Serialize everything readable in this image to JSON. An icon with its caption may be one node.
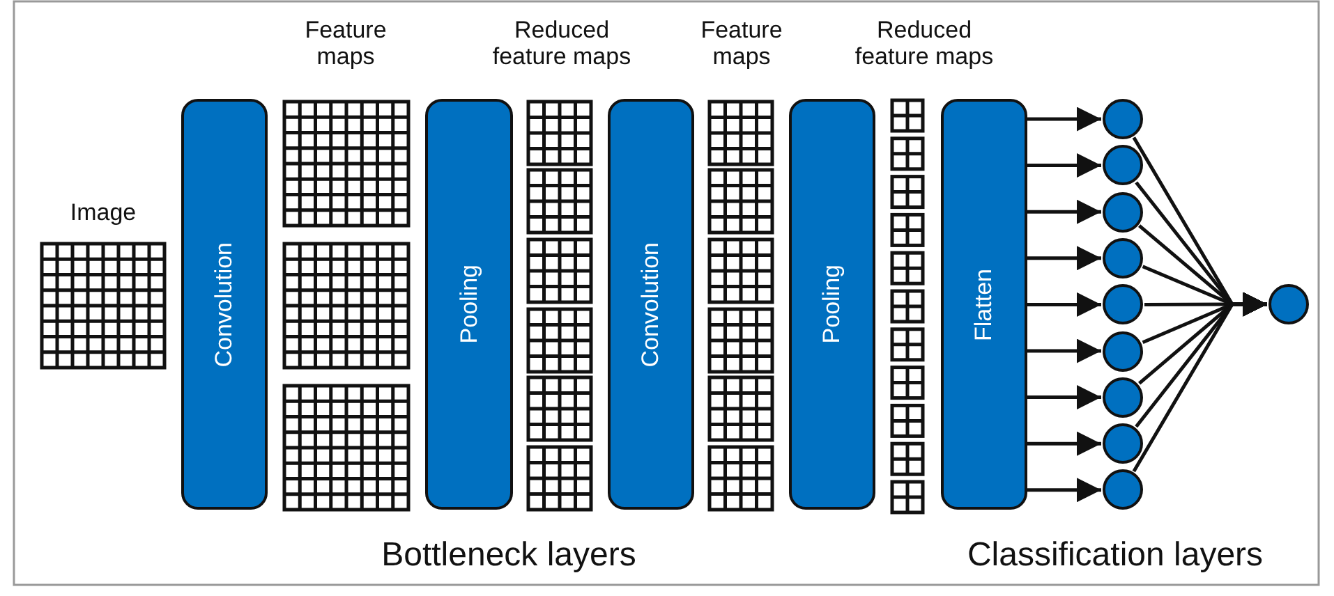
{
  "diagram": {
    "nodes": [
      {
        "text": [
          "Convolution"
        ]
      },
      {
        "text": [
          "Pooling"
        ]
      },
      {
        "text": [
          "Convolution"
        ]
      },
      {
        "text": [
          "Pooling"
        ]
      },
      {
        "text": [
          "Flatten"
        ]
      },
      {
        "text": [],
        "shape": "circle"
      },
      {
        "text": [],
        "shape": "circle"
      },
      {
        "text": [],
        "shape": "circle"
      },
      {
        "text": [],
        "shape": "circle"
      },
      {
        "text": [],
        "shape": "circle"
      },
      {
        "text": [],
        "shape": "circle"
      },
      {
        "text": [],
        "shape": "circle"
      },
      {
        "text": [],
        "shape": "circle"
      },
      {
        "text": [],
        "shape": "circle"
      },
      {
        "text": [],
        "shape": "circle"
      }
    ],
    "edges": [
      {
        "from": 4,
        "to": 5,
        "arrow": "to"
      },
      {
        "from": 4,
        "to": 6,
        "arrow": "to"
      },
      {
        "from": 4,
        "to": 7,
        "arrow": "to"
      },
      {
        "from": 4,
        "to": 8,
        "arrow": "to"
      },
      {
        "from": 4,
        "to": 9,
        "arrow": "to"
      },
      {
        "from": 4,
        "to": 10,
        "arrow": "to"
      },
      {
        "from": 4,
        "to": 11,
        "arrow": "to"
      },
      {
        "from": 4,
        "to": 12,
        "arrow": "to"
      },
      {
        "from": 4,
        "to": 13,
        "arrow": "to"
      },
      {
        "from": 5,
        "to": 14,
        "arrow": "to"
      },
      {
        "from": 6,
        "to": 14,
        "arrow": "to"
      },
      {
        "from": 7,
        "to": 14,
        "arrow": "to"
      },
      {
        "from": 8,
        "to": 14,
        "arrow": "to"
      },
      {
        "from": 9,
        "to": 14,
        "arrow": "to"
      },
      {
        "from": 10,
        "to": 14,
        "arrow": "to"
      },
      {
        "from": 11,
        "to": 14,
        "arrow": "to"
      },
      {
        "from": 12,
        "to": 14,
        "arrow": "to"
      },
      {
        "from": 13,
        "to": 14,
        "arrow": "to"
      }
    ],
    "labels": [
      "Image",
      "Feature maps",
      "Reduced feature maps",
      "Feature maps",
      "Reduced feature maps",
      "Bottleneck layers",
      "Classification layers"
    ]
  }
}
